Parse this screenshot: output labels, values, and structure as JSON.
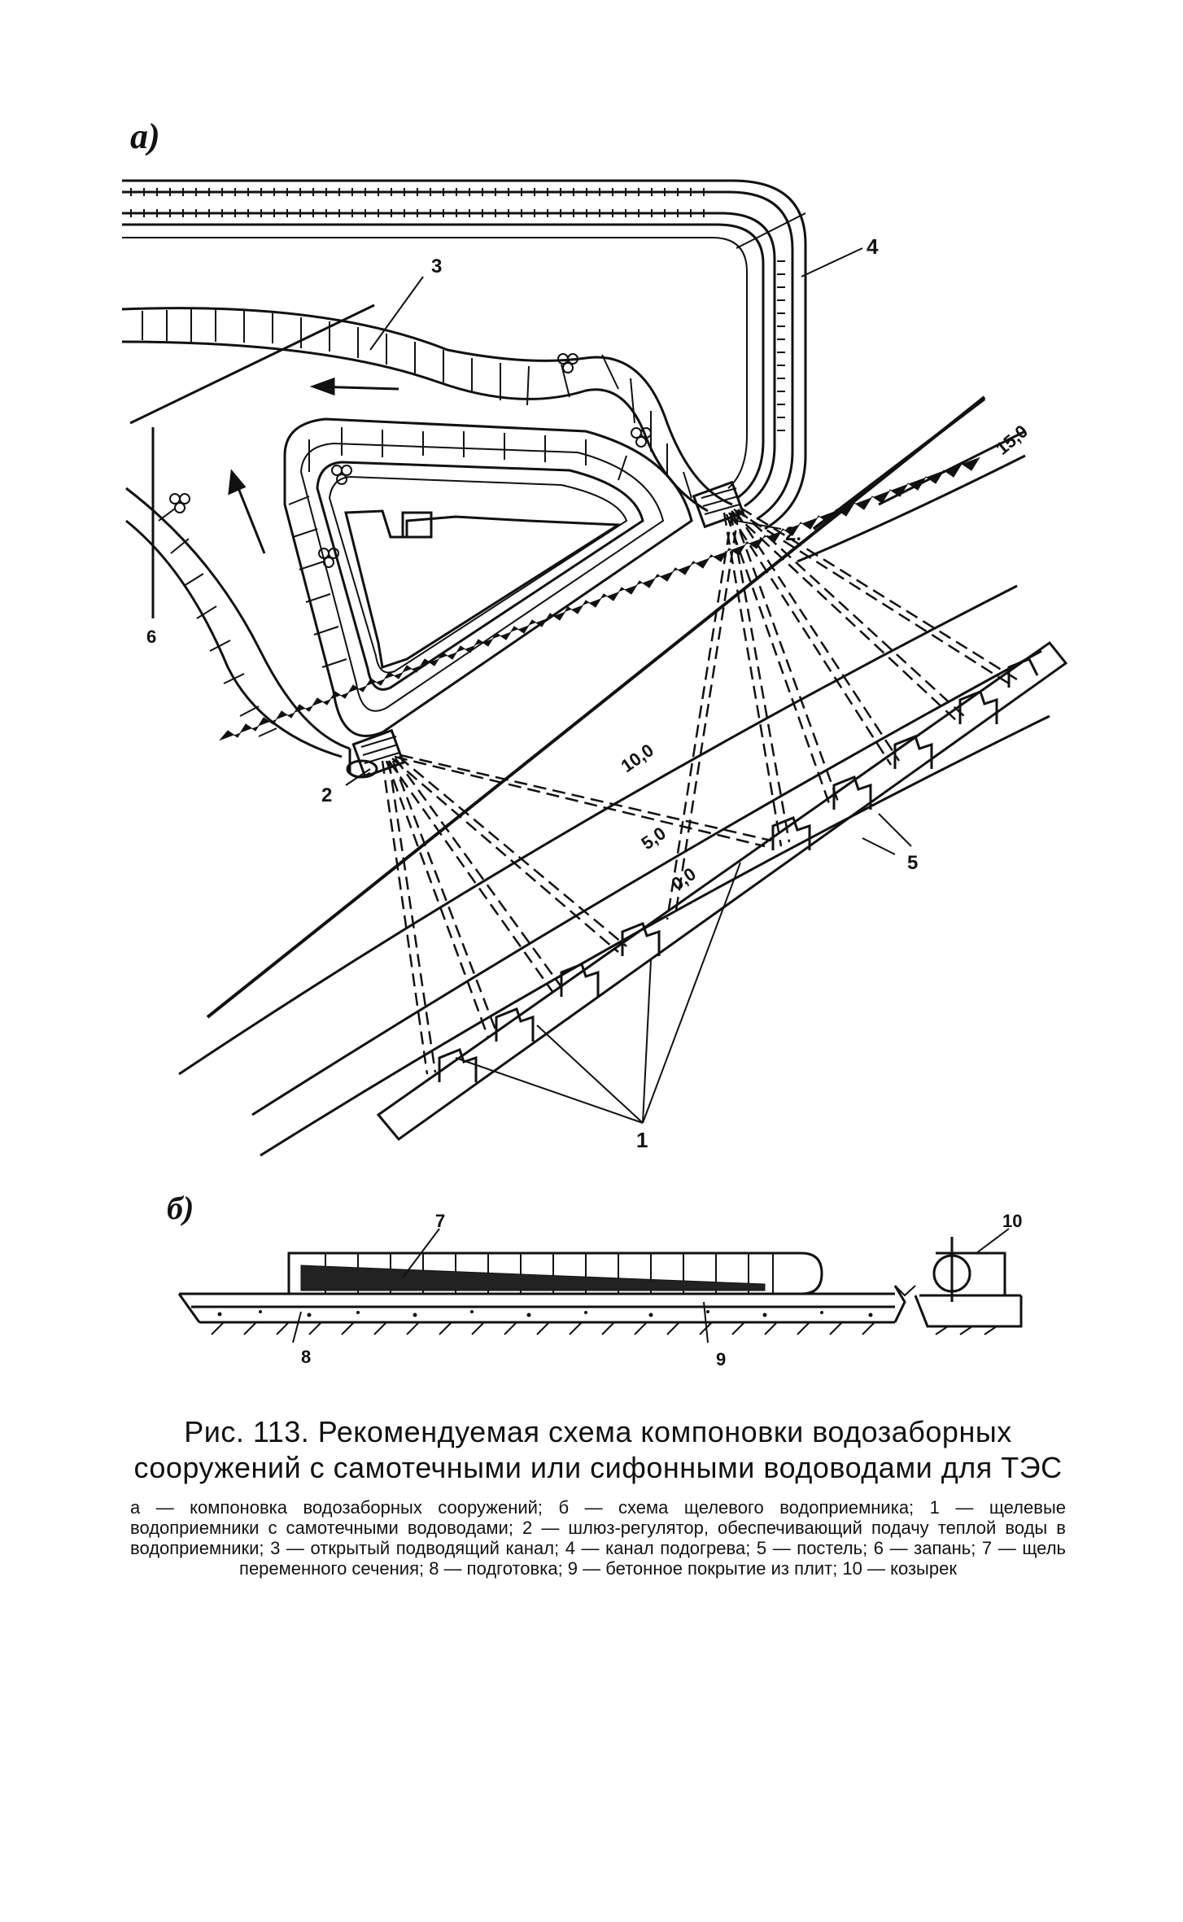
{
  "panels": {
    "a": "а)",
    "b": "б)"
  },
  "contours": [
    "15,0",
    "10,0",
    "5,0",
    "0,0"
  ],
  "callouts": {
    "n1": "1",
    "n2a": "2",
    "n2b": "2.",
    "n3": "3",
    "n4": "4",
    "n5": "5",
    "n6": "6",
    "n7": "7",
    "n8": "8",
    "n9": "9",
    "n10": "10"
  },
  "caption": {
    "title": "Рис. 113. Рекомендуемая схема компоновки водозаборных сооружений с самотечными или сифонными водоводами для ТЭС",
    "body": "а — компоновка водозаборных сооружений; б — схема щелевого водоприемника; 1 — щелевые водоприемники с самотечными водоводами; 2 — шлюз-регулятор, обеспечивающий подачу теплой воды в водоприемники; 3 — открытый подводящий канал; 4 — канал подогрева; 5 — постель; 6 — запань; 7 — щель переменного сечения; 8 — подготовка; 9 — бетонное покрытие из плит; 10 — козырек"
  }
}
